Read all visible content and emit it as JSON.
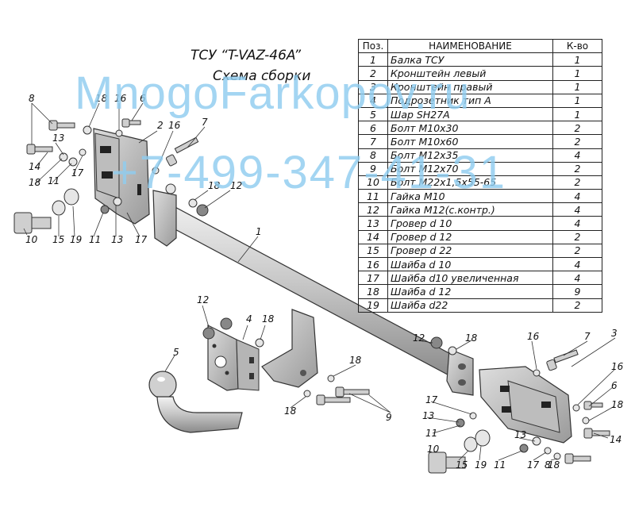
{
  "title": {
    "line1": "ТСУ “T-VAZ-46A”",
    "line2": "Схема сборки"
  },
  "watermark": {
    "line1": "MnogoFarkopov.ru",
    "line2": "+7-499-347-41-31",
    "color": "#8fcdf0"
  },
  "table": {
    "headers": [
      "Поз.",
      "НАИМЕНОВАНИЕ",
      "К-во"
    ],
    "rows": [
      {
        "pos": "1",
        "name": "Балка ТСУ",
        "qty": "1"
      },
      {
        "pos": "2",
        "name": "Кронштейн левый",
        "qty": "1"
      },
      {
        "pos": "3",
        "name": "Кронштейн правый",
        "qty": "1"
      },
      {
        "pos": "4",
        "name": "Подрозетник тип А",
        "qty": "1"
      },
      {
        "pos": "5",
        "name": "Шар SH27A",
        "qty": "1"
      },
      {
        "pos": "6",
        "name": "Болт М10х30",
        "qty": "2"
      },
      {
        "pos": "7",
        "name": "Болт М10х60",
        "qty": "2"
      },
      {
        "pos": "8",
        "name": "Болт М12х35",
        "qty": "4"
      },
      {
        "pos": "9",
        "name": "Болт М12х70",
        "qty": "2"
      },
      {
        "pos": "10",
        "name": "Болт М22х1,5х55-65",
        "qty": "2"
      },
      {
        "pos": "11",
        "name": "Гайка М10",
        "qty": "4"
      },
      {
        "pos": "12",
        "name": "Гайка М12(с.контр.)",
        "qty": "4"
      },
      {
        "pos": "13",
        "name": "Гровер d 10",
        "qty": "4"
      },
      {
        "pos": "14",
        "name": "Гровер d 12",
        "qty": "2"
      },
      {
        "pos": "15",
        "name": "Гровер d 22",
        "qty": "2"
      },
      {
        "pos": "16",
        "name": "Шайба d 10",
        "qty": "4"
      },
      {
        "pos": "17",
        "name": "Шайба d10 увеличенная",
        "qty": "4"
      },
      {
        "pos": "18",
        "name": "Шайба d 12",
        "qty": "9"
      },
      {
        "pos": "19",
        "name": "Шайба d22",
        "qty": "2"
      }
    ]
  },
  "callouts": [
    {
      "text": "8"
    },
    {
      "text": "18"
    },
    {
      "text": "16"
    },
    {
      "text": "6"
    },
    {
      "text": "2"
    },
    {
      "text": "16"
    },
    {
      "text": "7"
    },
    {
      "text": "13"
    },
    {
      "text": "14"
    },
    {
      "text": "18"
    },
    {
      "text": "11"
    },
    {
      "text": "17"
    },
    {
      "text": "18"
    },
    {
      "text": "12"
    },
    {
      "text": "10"
    },
    {
      "text": "15"
    },
    {
      "text": "19"
    },
    {
      "text": "11"
    },
    {
      "text": "13"
    },
    {
      "text": "17"
    },
    {
      "text": "1"
    },
    {
      "text": "12"
    },
    {
      "text": "4"
    },
    {
      "text": "18"
    },
    {
      "text": "5"
    },
    {
      "text": "18"
    },
    {
      "text": "18"
    },
    {
      "text": "9"
    },
    {
      "text": "12"
    },
    {
      "text": "18"
    },
    {
      "text": "16"
    },
    {
      "text": "7"
    },
    {
      "text": "3"
    },
    {
      "text": "17"
    },
    {
      "text": "13"
    },
    {
      "text": "11"
    },
    {
      "text": "16"
    },
    {
      "text": "6"
    },
    {
      "text": "18"
    },
    {
      "text": "10"
    },
    {
      "text": "15"
    },
    {
      "text": "19"
    },
    {
      "text": "11"
    },
    {
      "text": "13"
    },
    {
      "text": "17"
    },
    {
      "text": "18"
    },
    {
      "text": "14"
    },
    {
      "text": "8"
    }
  ]
}
